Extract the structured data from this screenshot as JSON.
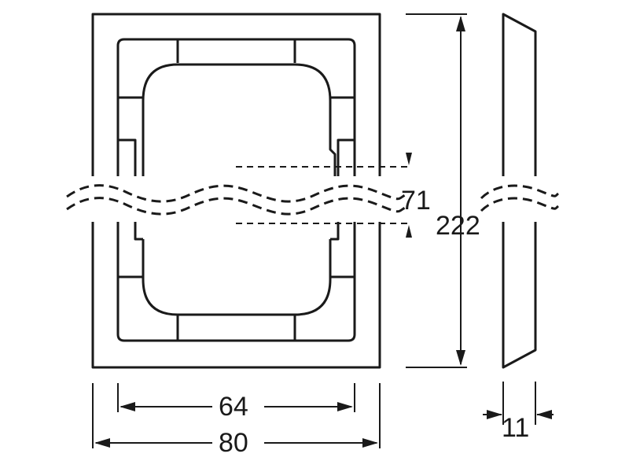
{
  "dimensions": {
    "inner_width": "64",
    "outer_width": "80",
    "depth": "11",
    "module_pitch": "71",
    "total_height": "222"
  }
}
